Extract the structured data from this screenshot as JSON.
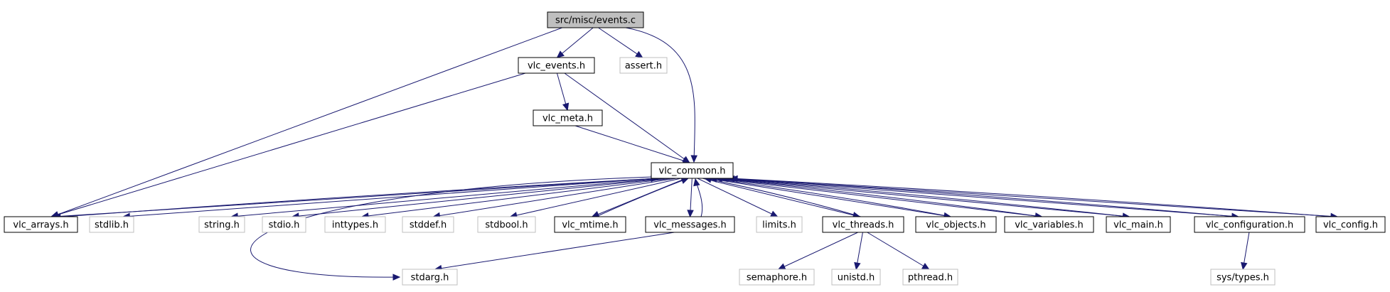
{
  "colors": {
    "edge": "#191970",
    "focus_fill": "#bfbfbf",
    "documented_border": "#000000",
    "undocumented_border": "#bfbfbf",
    "undocumented_text": "#404040"
  },
  "nodes": {
    "events_c": {
      "label": "src/misc/events.c",
      "kind": "focus"
    },
    "vlc_events_h": {
      "label": "vlc_events.h",
      "kind": "documented"
    },
    "assert_h": {
      "label": "assert.h",
      "kind": "system"
    },
    "vlc_meta_h": {
      "label": "vlc_meta.h",
      "kind": "documented"
    },
    "vlc_common_h": {
      "label": "vlc_common.h",
      "kind": "documented"
    },
    "vlc_arrays_h": {
      "label": "vlc_arrays.h",
      "kind": "documented"
    },
    "stdlib_h": {
      "label": "stdlib.h",
      "kind": "system"
    },
    "string_h": {
      "label": "string.h",
      "kind": "system"
    },
    "stdio_h": {
      "label": "stdio.h",
      "kind": "system"
    },
    "inttypes_h": {
      "label": "inttypes.h",
      "kind": "system"
    },
    "stddef_h": {
      "label": "stddef.h",
      "kind": "system"
    },
    "stdbool_h": {
      "label": "stdbool.h",
      "kind": "system"
    },
    "vlc_mtime_h": {
      "label": "vlc_mtime.h",
      "kind": "documented"
    },
    "vlc_messages_h": {
      "label": "vlc_messages.h",
      "kind": "documented"
    },
    "limits_h": {
      "label": "limits.h",
      "kind": "system"
    },
    "vlc_threads_h": {
      "label": "vlc_threads.h",
      "kind": "documented"
    },
    "vlc_objects_h": {
      "label": "vlc_objects.h",
      "kind": "documented"
    },
    "vlc_variables_h": {
      "label": "vlc_variables.h",
      "kind": "documented"
    },
    "vlc_main_h": {
      "label": "vlc_main.h",
      "kind": "documented"
    },
    "vlc_configuration_h": {
      "label": "vlc_configuration.h",
      "kind": "documented"
    },
    "vlc_config_h": {
      "label": "vlc_config.h",
      "kind": "documented"
    },
    "stdarg_h": {
      "label": "stdarg.h",
      "kind": "system"
    },
    "semaphore_h": {
      "label": "semaphore.h",
      "kind": "system"
    },
    "unistd_h": {
      "label": "unistd.h",
      "kind": "system"
    },
    "pthread_h": {
      "label": "pthread.h",
      "kind": "system"
    },
    "sys_types_h": {
      "label": "sys/types.h",
      "kind": "system"
    }
  },
  "edges": [
    [
      "events_c",
      "vlc_events_h"
    ],
    [
      "events_c",
      "assert_h"
    ],
    [
      "events_c",
      "vlc_common_h"
    ],
    [
      "events_c",
      "vlc_arrays_h"
    ],
    [
      "vlc_events_h",
      "vlc_meta_h"
    ],
    [
      "vlc_events_h",
      "vlc_common_h"
    ],
    [
      "vlc_events_h",
      "vlc_arrays_h"
    ],
    [
      "vlc_meta_h",
      "vlc_common_h"
    ],
    [
      "vlc_common_h",
      "vlc_arrays_h"
    ],
    [
      "vlc_common_h",
      "stdlib_h"
    ],
    [
      "vlc_common_h",
      "string_h"
    ],
    [
      "vlc_common_h",
      "stdio_h"
    ],
    [
      "vlc_common_h",
      "inttypes_h"
    ],
    [
      "vlc_common_h",
      "stddef_h"
    ],
    [
      "vlc_common_h",
      "stdbool_h"
    ],
    [
      "vlc_common_h",
      "vlc_mtime_h"
    ],
    [
      "vlc_common_h",
      "vlc_messages_h"
    ],
    [
      "vlc_common_h",
      "limits_h"
    ],
    [
      "vlc_common_h",
      "vlc_threads_h"
    ],
    [
      "vlc_common_h",
      "vlc_objects_h"
    ],
    [
      "vlc_common_h",
      "vlc_variables_h"
    ],
    [
      "vlc_common_h",
      "vlc_main_h"
    ],
    [
      "vlc_common_h",
      "vlc_configuration_h"
    ],
    [
      "vlc_common_h",
      "vlc_config_h"
    ],
    [
      "vlc_common_h",
      "stdarg_h"
    ],
    [
      "vlc_arrays_h",
      "vlc_common_h"
    ],
    [
      "vlc_mtime_h",
      "vlc_common_h"
    ],
    [
      "vlc_messages_h",
      "vlc_common_h"
    ],
    [
      "vlc_messages_h",
      "stdarg_h"
    ],
    [
      "vlc_threads_h",
      "vlc_common_h"
    ],
    [
      "vlc_threads_h",
      "semaphore_h"
    ],
    [
      "vlc_threads_h",
      "unistd_h"
    ],
    [
      "vlc_threads_h",
      "pthread_h"
    ],
    [
      "vlc_objects_h",
      "vlc_common_h"
    ],
    [
      "vlc_variables_h",
      "vlc_common_h"
    ],
    [
      "vlc_main_h",
      "vlc_common_h"
    ],
    [
      "vlc_configuration_h",
      "vlc_common_h"
    ],
    [
      "vlc_configuration_h",
      "sys_types_h"
    ],
    [
      "vlc_config_h",
      "vlc_common_h"
    ]
  ]
}
